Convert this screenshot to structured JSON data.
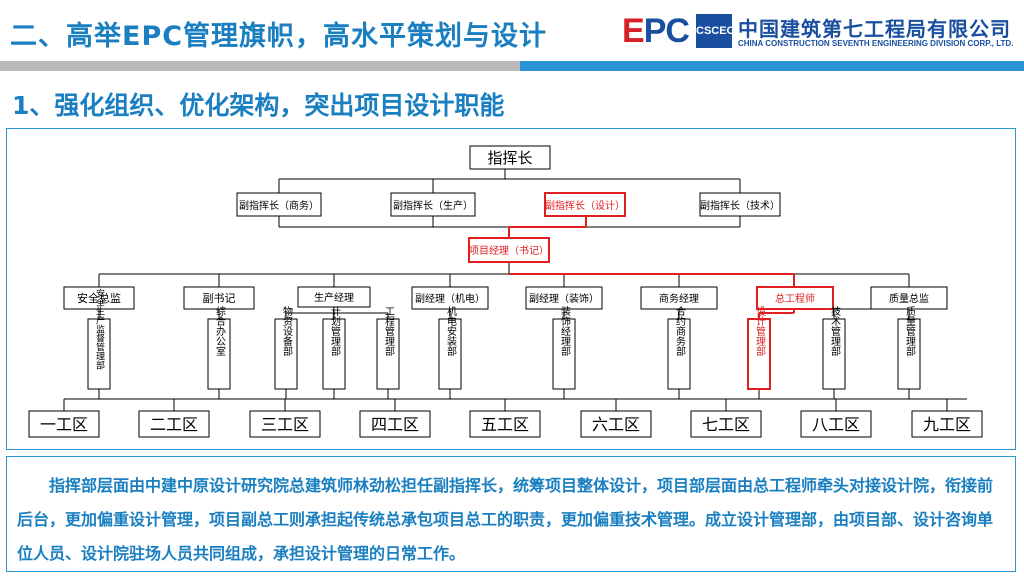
{
  "header": {
    "title": "二、高举EPC管理旗帜，高水平策划与设计",
    "logo_epc_e": "E",
    "logo_epc_pc": "PC",
    "logo_mark": "CSCEC",
    "company_cn": "中国建筑第七工程局有限公司",
    "company_en": "CHINA CONSTRUCTION SEVENTH ENGINEERING DIVISION CORP., LTD."
  },
  "subtitle": "1、强化组织、优化架构，突出项目设计职能",
  "colors": {
    "accent": "#1a7fc0",
    "highlight": "#e02020",
    "brand_red": "#d81e28",
    "brand_blue": "#1a4fa0"
  },
  "org": {
    "commander": "指挥长",
    "deputies": [
      "副指挥长（商务）",
      "副指挥长（生产）",
      "副指挥长（设计）",
      "副指挥长（技术）"
    ],
    "pm": "项目经理（书记）",
    "roles": [
      "安全总监",
      "副书记",
      "生产经理",
      "副经理（机电）",
      "副经理（装饰）",
      "商务经理",
      "总工程师",
      "质量总监"
    ],
    "departments": [
      "安全生产监督管理部",
      "综合办公室",
      "物资设备部",
      "计划管理部",
      "工程管理部",
      "机电安装部",
      "装饰经理部",
      "合约商务部",
      "设计管理部",
      "技术管理部",
      "质量管理部"
    ],
    "zones": [
      "一工区",
      "二工区",
      "三工区",
      "四工区",
      "五工区",
      "六工区",
      "七工区",
      "八工区",
      "九工区"
    ]
  },
  "description": "指挥部层面由中建中原设计研究院总建筑师林劲松担任副指挥长，统筹项目整体设计，项目部层面由总工程师牵头对接设计院，衔接前后台，更加偏重设计管理，项目副总工则承担起传统总承包项目总工的职责，更加偏重技术管理。成立设计管理部，由项目部、设计咨询单位人员、设计院驻场人员共同组成，承担设计管理的日常工作。"
}
